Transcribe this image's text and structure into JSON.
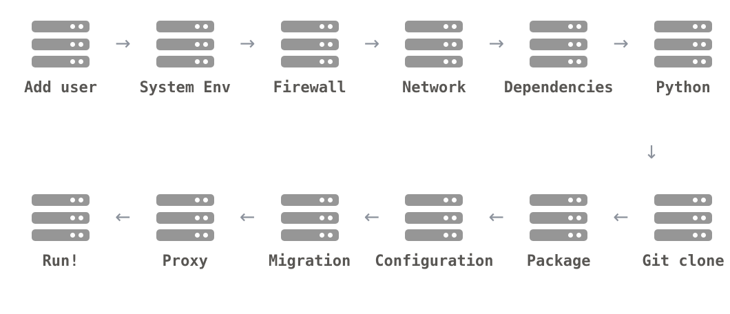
{
  "diagram": {
    "title": "Server setup deployment step flow",
    "background_color": "#ffffff",
    "icon_color": "#969696",
    "icon_led_color": "#ffffff",
    "label_color": "#585653",
    "arrow_color": "#8c929c",
    "icon_name": "server-stack-icon",
    "arrow_right": "→",
    "arrow_left": "←",
    "arrow_down": "↓",
    "rows": [
      {
        "id": "row-top",
        "direction": "left-to-right",
        "arrow_glyph": "→",
        "nodes": [
          {
            "label": "Add user"
          },
          {
            "label": "System Env"
          },
          {
            "label": "Firewall"
          },
          {
            "label": "Network"
          },
          {
            "label": "Dependencies"
          },
          {
            "label": "Python"
          }
        ]
      },
      {
        "id": "row-bottom",
        "direction": "right-to-left",
        "arrow_glyph": "←",
        "nodes": [
          {
            "label": "Run!"
          },
          {
            "label": "Proxy"
          },
          {
            "label": "Migration"
          },
          {
            "label": "Configuration"
          },
          {
            "label": "Package"
          },
          {
            "label": "Git clone"
          }
        ]
      }
    ],
    "row_turn": {
      "arrow_glyph": "↓",
      "from": "Python",
      "to": "Git clone"
    }
  }
}
